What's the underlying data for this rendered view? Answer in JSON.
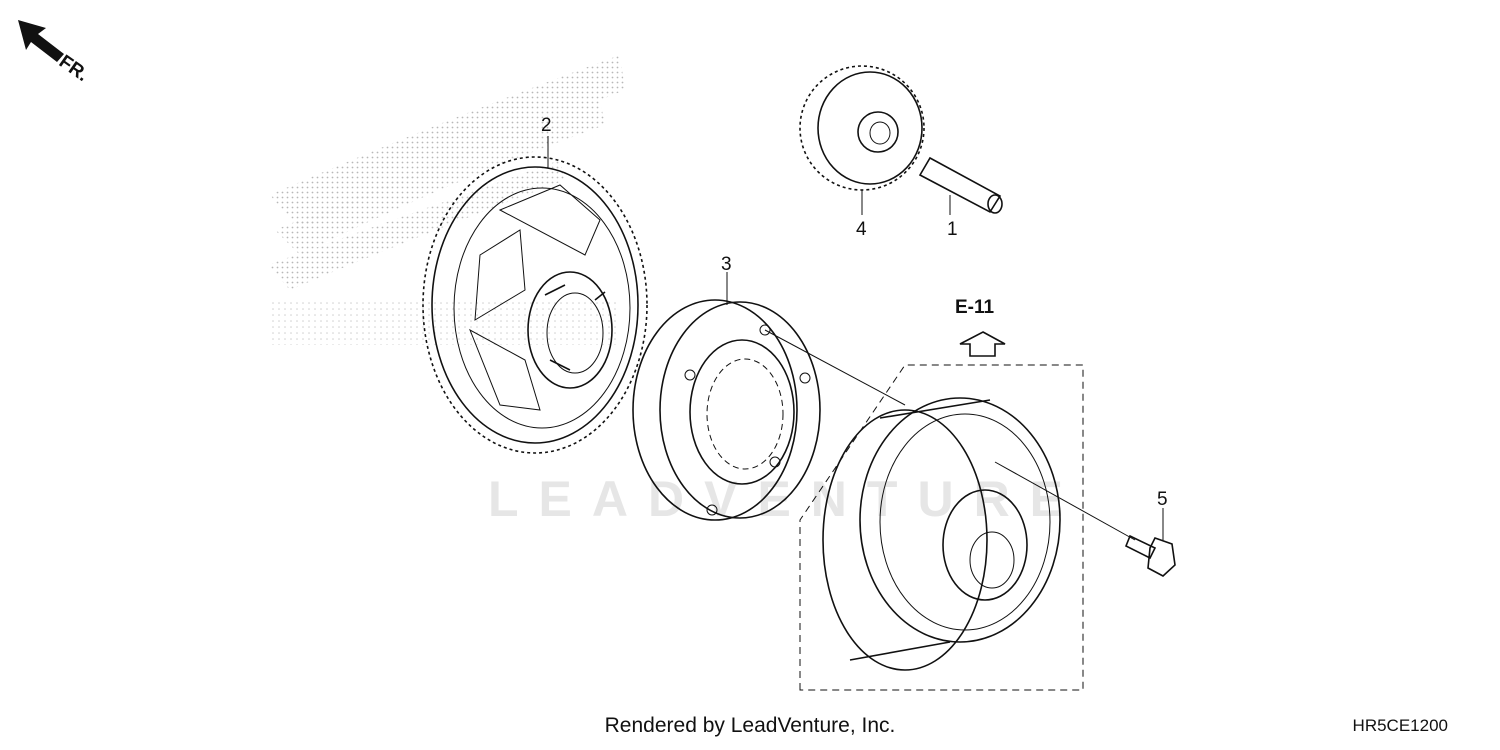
{
  "orientation": {
    "label": "FR.",
    "icon": "arrow-up-left-icon"
  },
  "reference": {
    "label": "E-11",
    "icon": "up-arrow-outline-icon"
  },
  "callouts": [
    {
      "number": "1",
      "part": "pin"
    },
    {
      "number": "2",
      "part": "large-gear"
    },
    {
      "number": "3",
      "part": "one-way-clutch"
    },
    {
      "number": "4",
      "part": "idle-gear"
    },
    {
      "number": "5",
      "part": "bolt"
    }
  ],
  "watermark": "LEADVENTURE",
  "footer": {
    "credit": "Rendered by LeadVenture, Inc.",
    "diagram_code": "HR5CE1200"
  },
  "colors": {
    "line": "#111111",
    "dots": "#b8b8b8"
  }
}
